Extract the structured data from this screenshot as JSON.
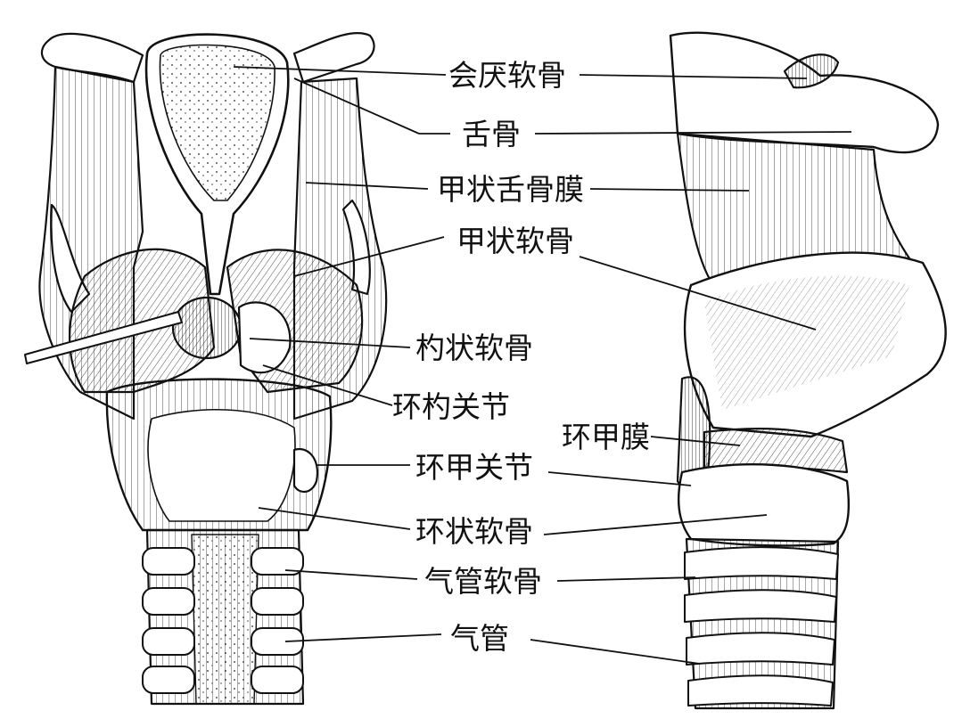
{
  "labels": [
    {
      "id": "epiglottic-cartilage",
      "text": "会厌软骨"
    },
    {
      "id": "hyoid-bone",
      "text": "舌骨"
    },
    {
      "id": "thyrohyoid-membrane",
      "text": "甲状舌骨膜"
    },
    {
      "id": "thyroid-cartilage",
      "text": "甲状软骨"
    },
    {
      "id": "arytenoid-cartilage",
      "text": "杓状软骨"
    },
    {
      "id": "cricoarytenoid-joint",
      "text": "环杓关节"
    },
    {
      "id": "cricothyroid-membrane",
      "text": "环甲膜"
    },
    {
      "id": "cricothyroid-joint",
      "text": "环甲关节"
    },
    {
      "id": "cricoid-cartilage",
      "text": "环状软骨"
    },
    {
      "id": "tracheal-cartilage",
      "text": "气管软骨"
    },
    {
      "id": "trachea",
      "text": "气管"
    }
  ],
  "colors": {
    "ink": "#111111",
    "paper": "#ffffff"
  }
}
